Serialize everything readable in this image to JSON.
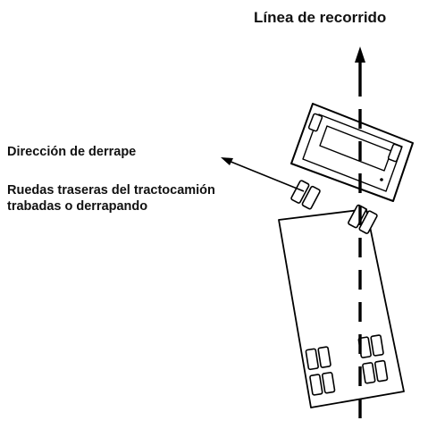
{
  "labels": {
    "travel_line": "Línea de recorrido",
    "skid_direction": "Dirección de derrape",
    "rear_wheels": "Ruedas traseras del tractocamión trabadas o derrapando"
  },
  "colors": {
    "stroke": "#000000",
    "text": "#111111",
    "background": "#ffffff"
  }
}
